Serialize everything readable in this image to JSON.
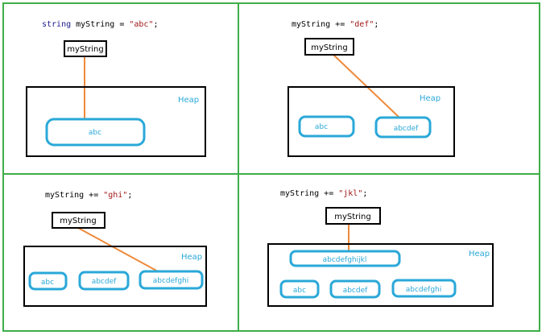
{
  "colors": {
    "grid": "#3fae49",
    "box": "#000000",
    "link": "#ee8a3a",
    "node": "#2aa8d8",
    "heap_label": "#2aa8d8",
    "keyword": "#1a1a8c",
    "string_literal": "#a01818"
  },
  "panels": [
    {
      "code": {
        "keyword": "string",
        "rest": " myString = ",
        "literal": "\"abc\"",
        "end": ";"
      },
      "variable": "myString",
      "heap_label": "Heap",
      "nodes": [
        "abc"
      ],
      "points_to": "abc"
    },
    {
      "code": {
        "keyword": "",
        "rest": "myString += ",
        "literal": "\"def\"",
        "end": ";"
      },
      "variable": "myString",
      "heap_label": "Heap",
      "nodes": [
        "abc",
        "abcdef"
      ],
      "points_to": "abcdef"
    },
    {
      "code": {
        "keyword": "",
        "rest": "myString += ",
        "literal": "\"ghi\"",
        "end": ";"
      },
      "variable": "myString",
      "heap_label": "Heap",
      "nodes": [
        "abc",
        "abcdef",
        "abcdefghi"
      ],
      "points_to": "abcdefghi"
    },
    {
      "code": {
        "keyword": "",
        "rest": "myString += ",
        "literal": "\"jkl\"",
        "end": ";"
      },
      "variable": "myString",
      "heap_label": "Heap",
      "nodes": [
        "abcdefghijkl",
        "abc",
        "abcdef",
        "abcdefghi"
      ],
      "points_to": "abcdefghijkl"
    }
  ]
}
